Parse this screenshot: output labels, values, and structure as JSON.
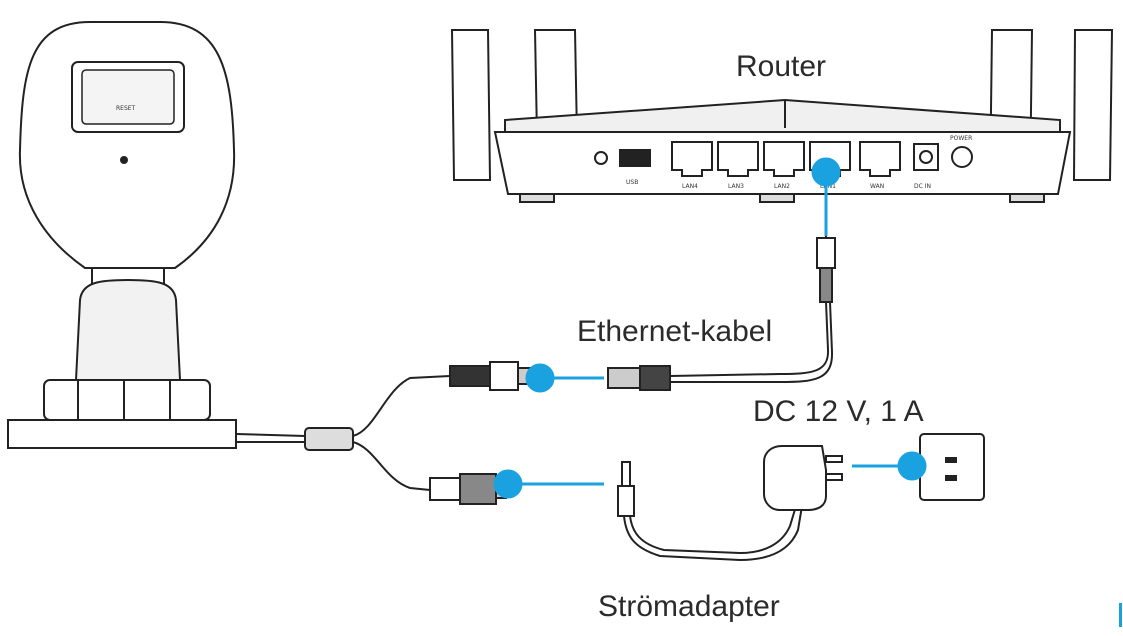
{
  "labels": {
    "router": "Router",
    "ethernet_cable": "Ethernet-kabel",
    "power_spec": "DC 12 V, 1 A",
    "power_adapter": "Strömadapter"
  },
  "camera": {
    "reset_label": "RESET"
  },
  "router": {
    "usb_label": "USB",
    "lan_ports": [
      "LAN4",
      "LAN3",
      "LAN2",
      "LAN1"
    ],
    "wan_label": "WAN",
    "dc_label": "DC IN",
    "power_label": "POWER"
  },
  "colors": {
    "accent": "#1aa1e0",
    "line": "#222222",
    "panel": "#dcdcdc"
  }
}
